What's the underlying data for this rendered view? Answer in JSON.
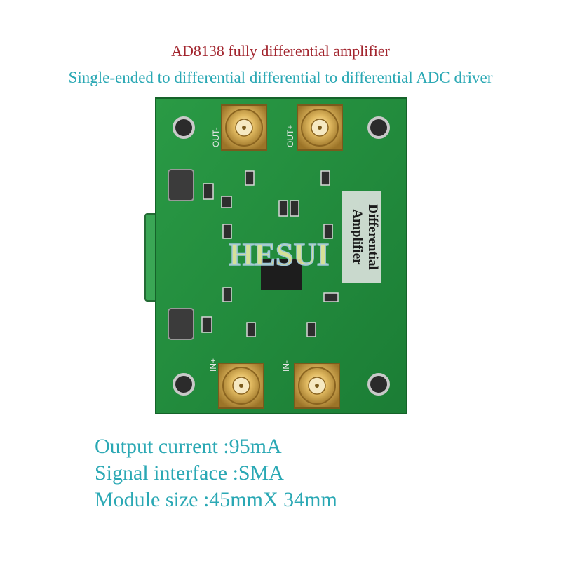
{
  "header": {
    "title": "AD8138 fully differential amplifier",
    "subtitle": "Single-ended to differential differential to differential ADC driver"
  },
  "board": {
    "watermark": "HESUI",
    "silkscreen_label": "Differential Amplifier",
    "connector_labels": {
      "out_minus": "OUT-",
      "out_plus": "OUT+",
      "in_plus": "IN+",
      "in_minus": "IN-"
    },
    "pcb_color": "#1f8c3d",
    "terminal_color": "#3aa655",
    "connector_color": "#d9b35a"
  },
  "specs": [
    "Output current :95mA",
    "Signal interface :SMA",
    "Module size :45mmX 34mm"
  ]
}
